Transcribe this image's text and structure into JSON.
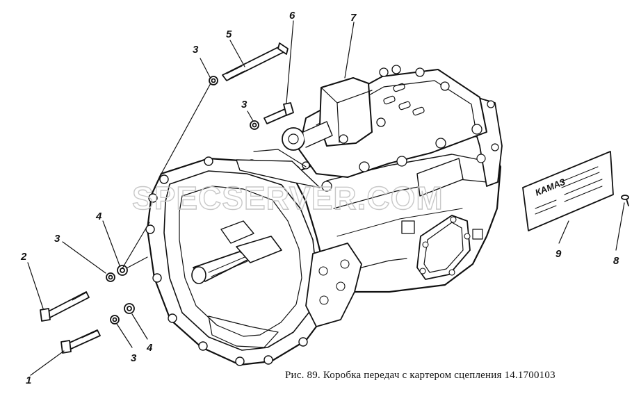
{
  "figure": {
    "caption": "Рис. 89. Коробка передач с картером сцепления 14.1700103",
    "watermark": "SPECSERVER.COM",
    "plate_brand": "КАМАЗ"
  },
  "callouts": [
    {
      "id": "1",
      "label": "1"
    },
    {
      "id": "2",
      "label": "2"
    },
    {
      "id": "3",
      "label": "3"
    },
    {
      "id": "4",
      "label": "4"
    },
    {
      "id": "5",
      "label": "5"
    },
    {
      "id": "6",
      "label": "6"
    },
    {
      "id": "7",
      "label": "7"
    },
    {
      "id": "8",
      "label": "8"
    },
    {
      "id": "9",
      "label": "9"
    }
  ]
}
